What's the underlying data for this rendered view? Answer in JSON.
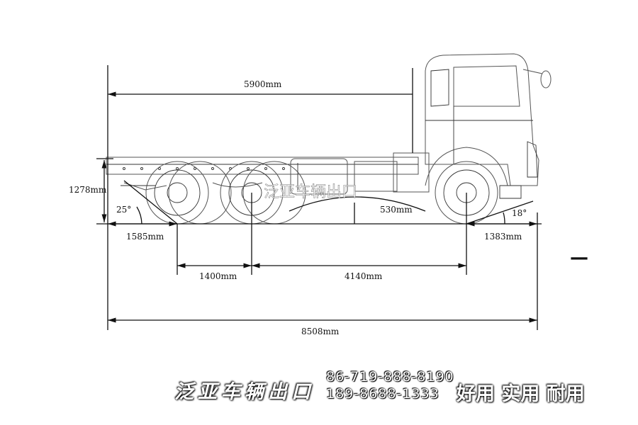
{
  "diagram": {
    "dimensions": {
      "cab_to_rear": "5900mm",
      "frame_height": "1278mm",
      "approach_angle": "25°",
      "rear_overhang": "1585mm",
      "ground_clearance": "530mm",
      "departure_angle": "18°",
      "front_overhang": "1383mm",
      "rear_axle_spacing": "1400mm",
      "wheelbase": "4140mm",
      "overall_length": "8508mm"
    },
    "dash": "—"
  },
  "watermark": {
    "company": "泛亚车辆出口",
    "phone1": "86-719-888-8190",
    "phone2": "189-8688-1333",
    "slogan": "好用 实用 耐用",
    "side_text": "泛亚车辆出口"
  }
}
